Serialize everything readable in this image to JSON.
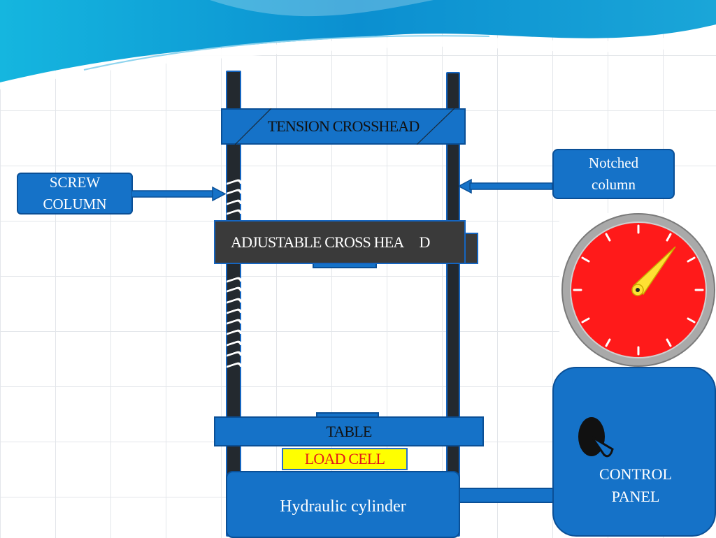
{
  "labels": {
    "tension_crosshead": "TENSION CROSSHEAD",
    "notched_column_line1": "Notched",
    "notched_column_line2": "column",
    "screw_column_line1": "SCREW",
    "screw_column_line2": "COLUMN",
    "adjustable_crosshead": "ADJUSTABLE CROSS HEA",
    "adjustable_crosshead_tail": "D",
    "table": "TABLE",
    "load_cell": "LOAD CELL",
    "hydraulic_cylinder": "Hydraulic cylinder",
    "control_panel_line1": "CONTROL",
    "control_panel_line2": "PANEL"
  },
  "colors": {
    "component_blue": "#1572c8",
    "column_dark": "#23292f",
    "crosshead_gray": "#3a3a3a",
    "load_cell_fill": "#ffff00",
    "load_cell_text": "#e31a1a",
    "gauge_face": "#ff1a1a",
    "gauge_needle": "#ffe033",
    "header_teal": "#18a9d6"
  },
  "icons": {
    "pressure_gauge": "dial-gauge-icon",
    "control_knob": "knob-icon"
  }
}
